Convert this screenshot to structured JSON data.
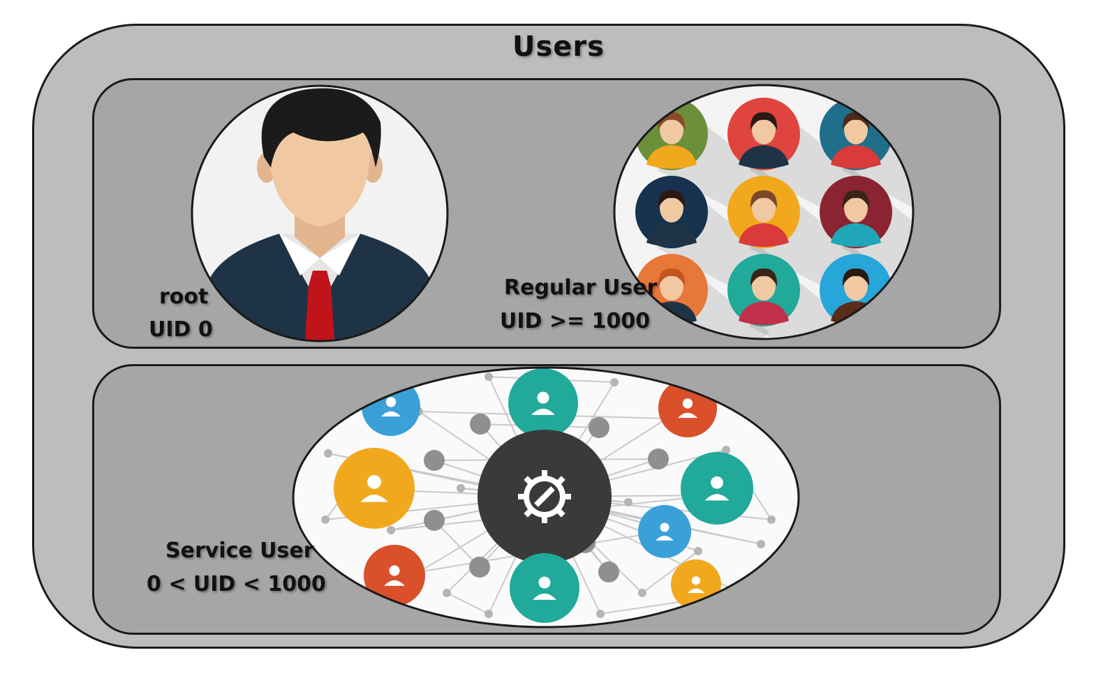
{
  "title": "Users",
  "root": {
    "name": "root",
    "uid": "UID 0"
  },
  "regular": {
    "name": "Regular User",
    "uid": "UID >= 1000"
  },
  "service": {
    "name": "Service User",
    "uid": "0 < UID < 1000"
  },
  "colors": {
    "outer_bg": "#bdbdbd",
    "panel_bg": "#a6a6a6",
    "suit": "#1f3347",
    "tie": "#c0141a",
    "skin": "#f0c9a2",
    "hair": "#1b1b1b",
    "hub": "#3a3a3a"
  },
  "avatar_icons": [
    "woman-avatar-icon",
    "bearded-man-avatar-icon",
    "woman-avatar-icon",
    "man-suit-avatar-icon",
    "woman-avatar-icon",
    "woman-avatar-icon",
    "redhead-man-avatar-icon",
    "woman-curly-avatar-icon",
    "goatee-man-avatar-icon"
  ],
  "service_icons": [
    "idea-icon",
    "heart-hands-icon",
    "lifebuoy-icon",
    "support-agent-icon",
    "gear-wrench-icon",
    "people-icon",
    "exchange-icon",
    "award-badge-icon",
    "book-icon",
    "lightbulb-icon"
  ]
}
